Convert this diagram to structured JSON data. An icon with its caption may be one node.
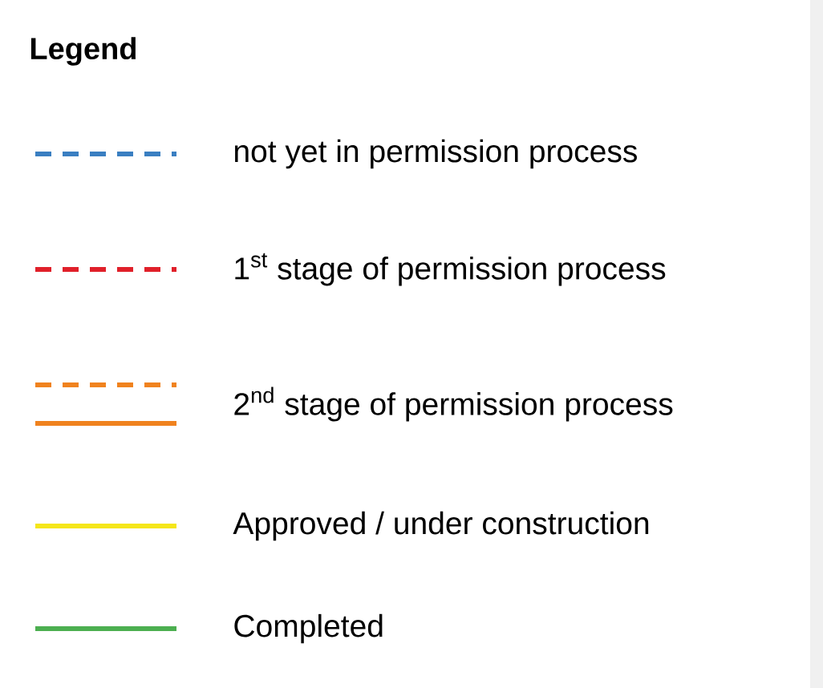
{
  "diagram": {
    "title": "Legend",
    "legend": [
      {
        "text": "not yet in permission process"
      },
      {
        "text": "1$^{st}$ stage of permission process"
      },
      {
        "text": "2$^{nd}$ stage of permission process"
      },
      {
        "text": "Approved / under construction"
      },
      {
        "text": "Completed"
      }
    ]
  }
}
